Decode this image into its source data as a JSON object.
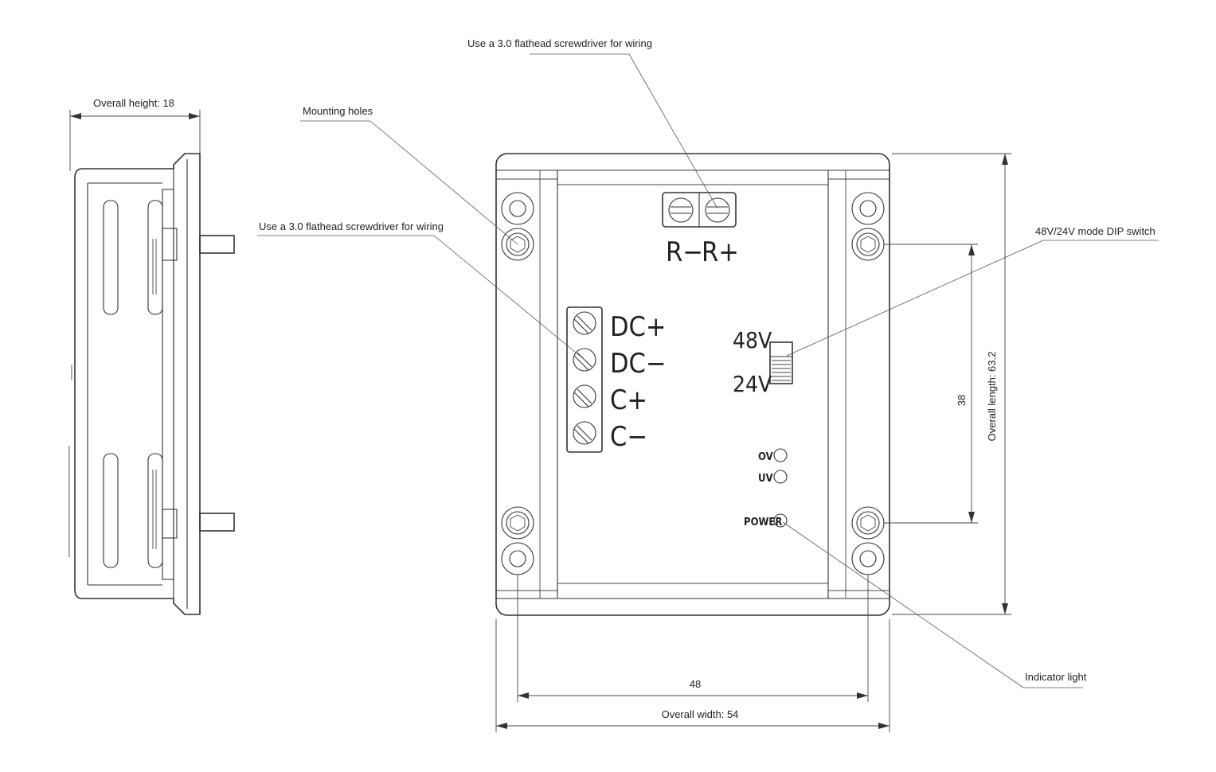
{
  "annotations": {
    "top_screwdriver": "Use a 3.0 flathead screwdriver for wiring",
    "mounting_holes": "Mounting holes",
    "left_screwdriver": "Use a 3.0 flathead screwdriver for wiring",
    "dip_switch": "48V/24V mode DIP switch",
    "indicator_light": "Indicator light"
  },
  "dimensions": {
    "overall_height": "Overall height: 18",
    "overall_length": "Overall length: 63.2",
    "hole_spacing_vertical": "38",
    "hole_spacing_horizontal": "48",
    "overall_width": "Overall width: 54"
  },
  "terminals": {
    "remote_left": "R−",
    "remote_right": "R+",
    "dc_plus": "DC+",
    "dc_minus": "DC−",
    "c_plus": "C+",
    "c_minus": "C−"
  },
  "switch": {
    "upper": "48V",
    "lower": "24V"
  },
  "indicators": {
    "ov": "OV",
    "uv": "UV",
    "power": "POWER"
  }
}
